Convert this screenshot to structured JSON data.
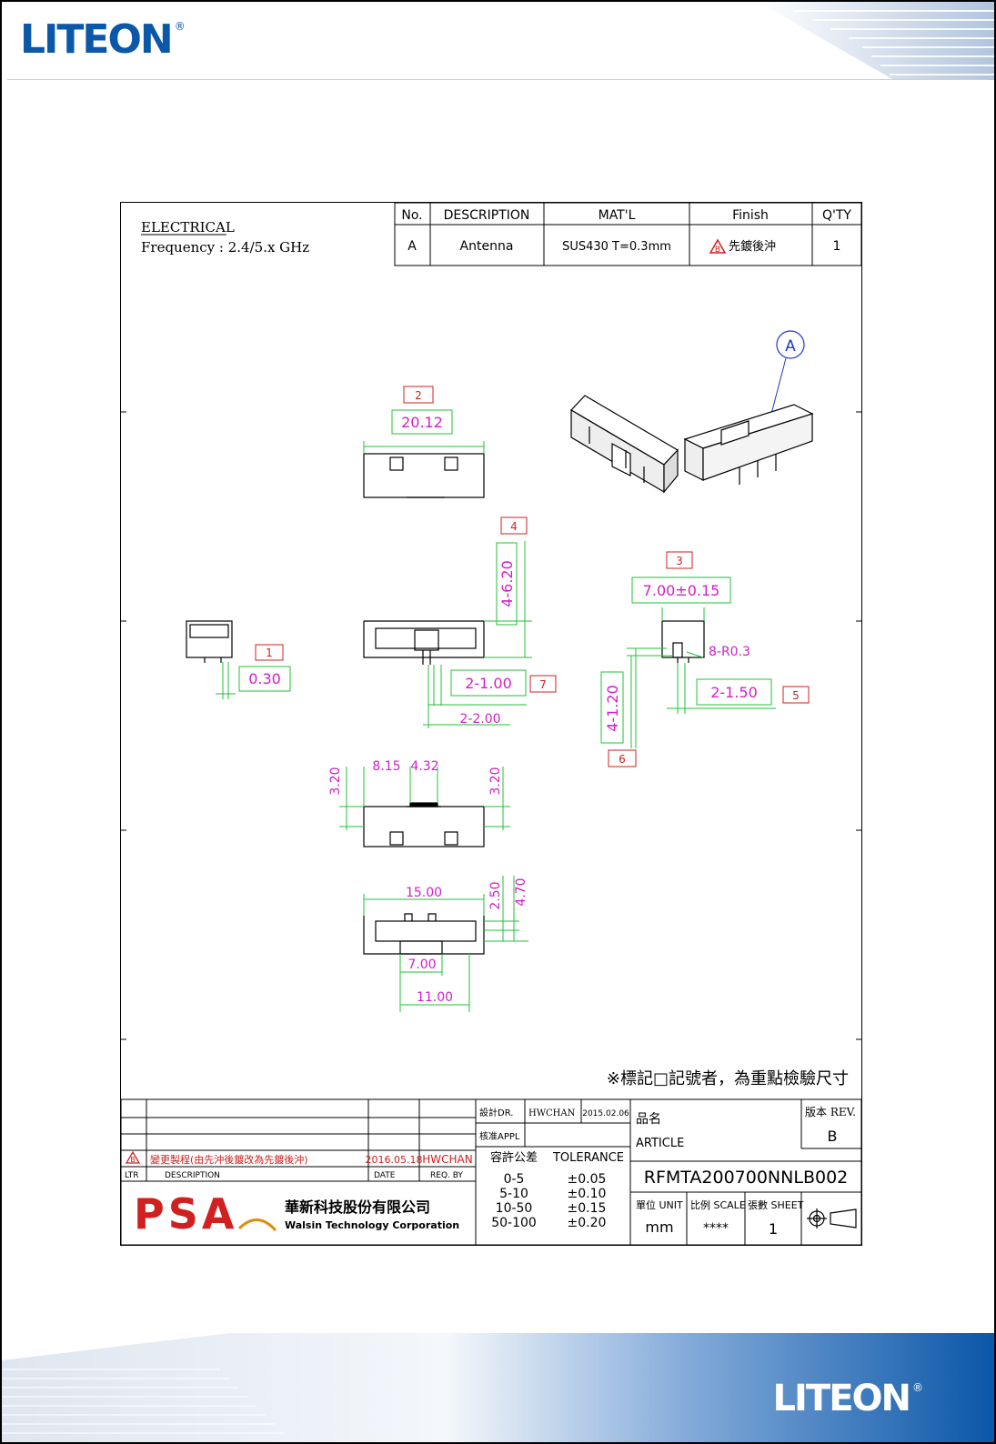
{
  "header": {
    "logo": "LITEON",
    "registered": "®"
  },
  "footer": {
    "logo": "LITEON",
    "registered": "®"
  },
  "spec": {
    "title": "ELECTRICAL",
    "frequency": "Frequency : 2.4/5.x GHz"
  },
  "bom": {
    "headers": {
      "no": "No.",
      "description": "DESCRIPTION",
      "material": "MAT'L",
      "finish": "Finish",
      "qty": "Q'TY"
    },
    "row": {
      "no": "A",
      "description": "Antenna",
      "material": "SUS430 T=0.3mm",
      "finish": "先鍍後沖",
      "finish_mark": "B",
      "qty": "1"
    }
  },
  "balloon": "A",
  "dimensions": {
    "d1": {
      "id": "1",
      "value": "0.30"
    },
    "d2": {
      "id": "2",
      "value": "20.12"
    },
    "d3": {
      "id": "3",
      "value": "7.00±0.15"
    },
    "d4": {
      "id": "4",
      "value": "4-6.20"
    },
    "d5": {
      "id": "5",
      "value": "2-1.50"
    },
    "d6": {
      "id": "6",
      "value": "4-1.20"
    },
    "d7": {
      "id": "7",
      "value": "2-1.00"
    },
    "radius": "8-R0.3",
    "pitch": "2-2.00",
    "bottom_a": "8.15",
    "bottom_b": "4.32",
    "bottom_left": "3.20",
    "bottom_right": "3.20",
    "front_width": "15.00",
    "front_h1": "2.50",
    "front_h2": "4.70",
    "front_w1": "7.00",
    "front_w2": "11.00"
  },
  "note": "※標記□記號者，為重點檢驗尺寸",
  "title_block": {
    "revision_mark": "B",
    "revision_desc": "變更製程(由先沖後鍍改為先鍍後沖)",
    "revision_date": "2016.05.18",
    "revision_by": "HWCHAN",
    "col_ltr": "LTR",
    "col_description": "DESCRIPTION",
    "col_date": "DATE",
    "col_req": "REQ. BY",
    "designer_label": "設計DR.",
    "designer": "HWCHAN",
    "design_date": "2015.02.06",
    "approve_label": "核准APPL",
    "tolerance_label_cn": "容許公差",
    "tolerance_label": "TOLERANCE",
    "tolerances": [
      {
        "range": "0-5",
        "value": "±0.05"
      },
      {
        "range": "5-10",
        "value": "±0.10"
      },
      {
        "range": "10-50",
        "value": "±0.15"
      },
      {
        "range": "50-100",
        "value": "±0.20"
      }
    ],
    "article_label_cn": "品名",
    "article_label": "ARTICLE",
    "article": "RFMTA200700NNLB002",
    "rev_label": "版本 REV.",
    "rev": "B",
    "unit_label": "單位 UNIT",
    "unit": "mm",
    "scale_label": "比例 SCALE",
    "scale": "****",
    "sheet_label": "張數 SHEET",
    "sheet": "1",
    "company_logo": "PSA",
    "company_cn": "華新科技股份有限公司",
    "company_en": "Walsin Technology Corporation"
  },
  "colors": {
    "dim_green": "#22c23a",
    "dim_magenta": "#d020c8",
    "tag_red": "#d02020",
    "brand_blue": "#0b57a8"
  }
}
